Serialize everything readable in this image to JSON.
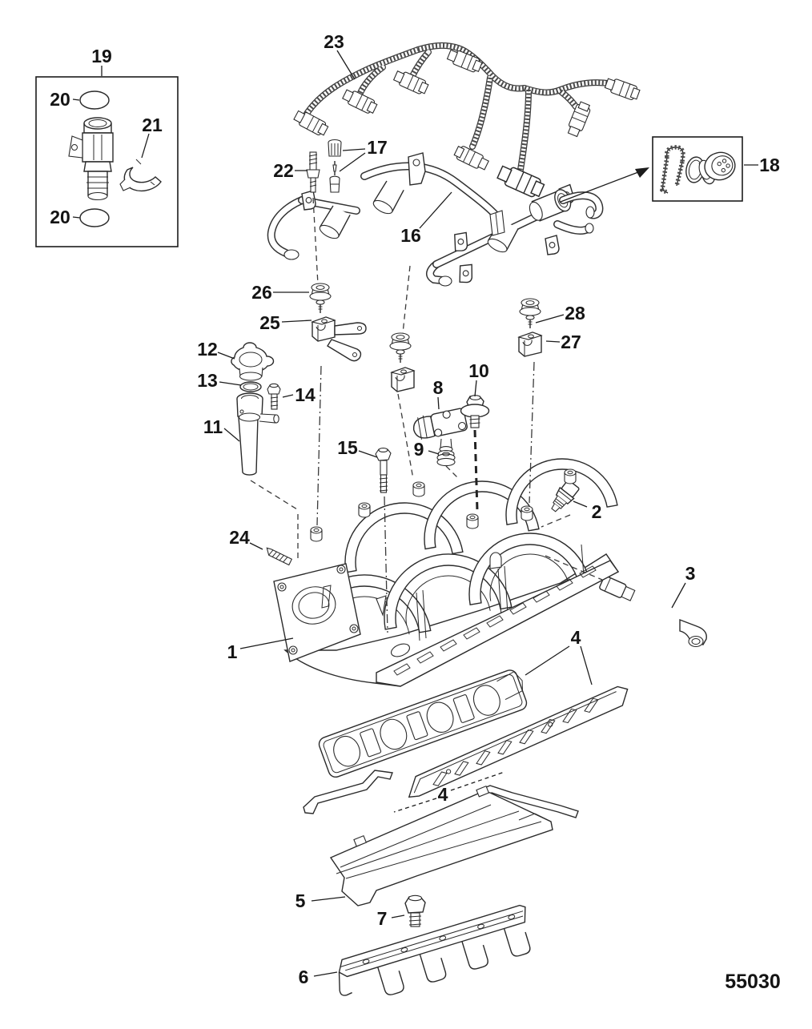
{
  "diagram": {
    "drawing_number": "55030",
    "description": "Exploded parts diagram - intake manifold assembly",
    "colors": {
      "line": "#2b2b2b",
      "background": "#ffffff"
    },
    "callouts": {
      "c1": "1",
      "c2": "2",
      "c3": "3",
      "c4a": "4",
      "c4b": "4",
      "c5": "5",
      "c6": "6",
      "c7": "7",
      "c8": "8",
      "c9": "9",
      "c10": "10",
      "c11": "11",
      "c12": "12",
      "c13": "13",
      "c14": "14",
      "c15": "15",
      "c16": "16",
      "c17": "17",
      "c18": "18",
      "c19": "19",
      "c20a": "20",
      "c20b": "20",
      "c21": "21",
      "c22": "22",
      "c23": "23",
      "c24": "24",
      "c25": "25",
      "c26": "26",
      "c27": "27",
      "c28": "28"
    }
  }
}
